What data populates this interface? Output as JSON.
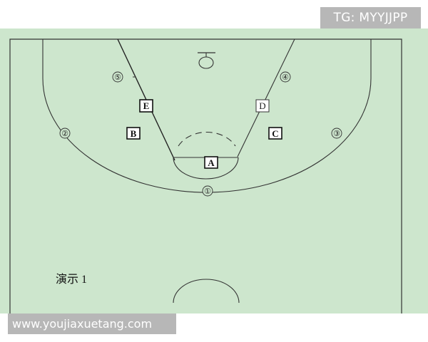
{
  "watermarks": {
    "top": "TG: MYYJJPP",
    "bottom": "www.youjiaxuetang.com"
  },
  "caption": "演示 1",
  "colors": {
    "court_fill": "#cde6cd",
    "line": "#222222",
    "box_fill": "#ffffff"
  },
  "spots": [
    "①",
    "②",
    "③",
    "④",
    "⑤"
  ],
  "players": [
    "A",
    "B",
    "C",
    "D",
    "E"
  ]
}
